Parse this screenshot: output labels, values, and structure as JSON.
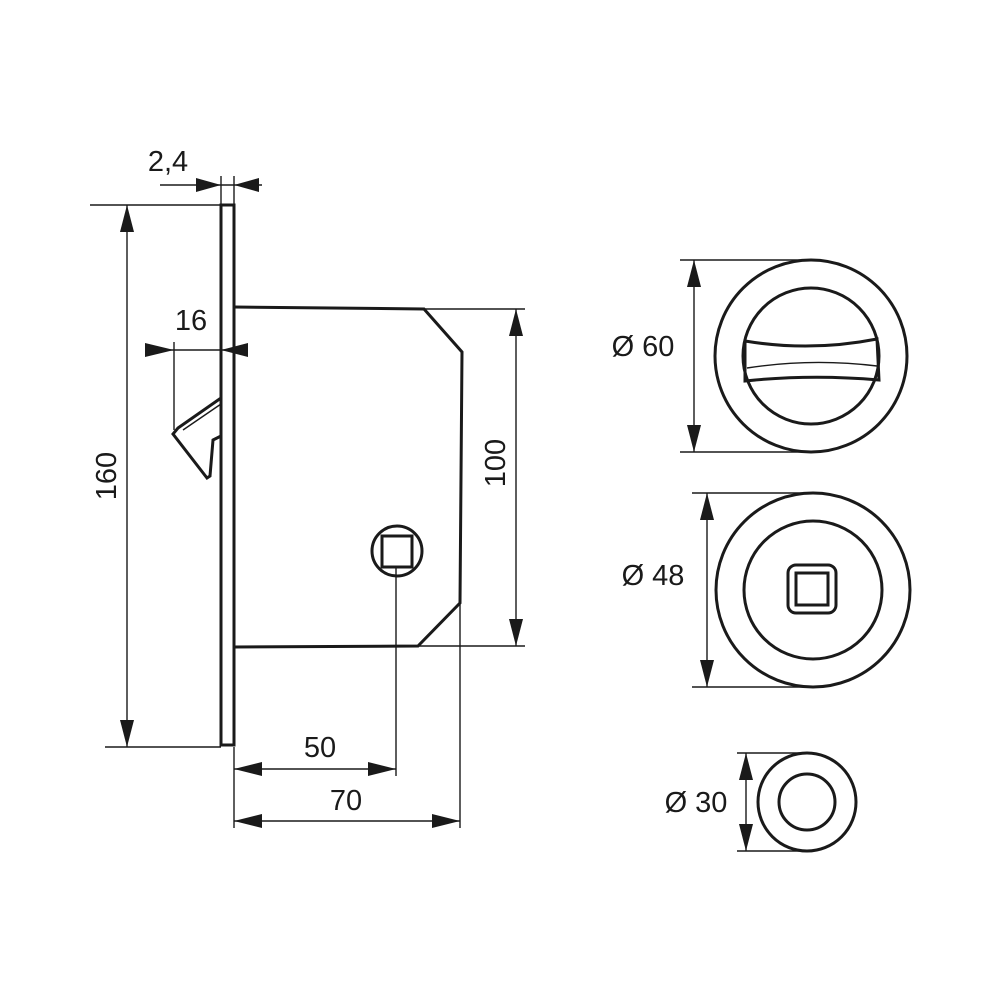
{
  "dimensions": {
    "faceplate_thickness": "2,4",
    "latch_offset": "16",
    "faceplate_height": "160",
    "body_height": "100",
    "backset": "50",
    "body_depth": "70",
    "rosette_large": "Ø 60",
    "rosette_medium": "Ø 48",
    "rosette_small": "Ø 30"
  },
  "colors": {
    "line": "#1a1a1a",
    "background": "#ffffff"
  }
}
